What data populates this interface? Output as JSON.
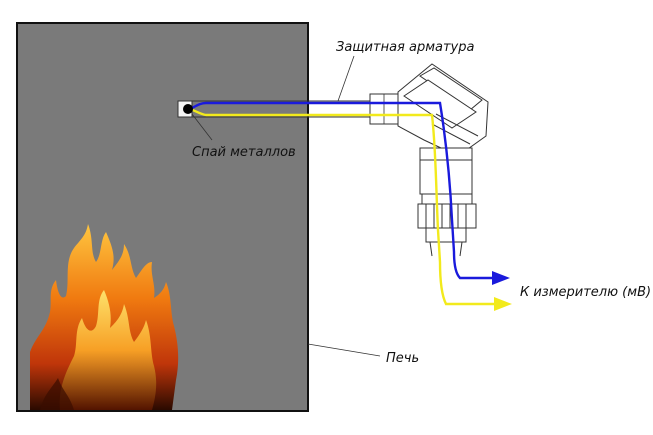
{
  "labels": {
    "armor": "Защитная арматура",
    "junction": "Спай металлов",
    "meter": "К измерителю (мВ)",
    "furnace": "Печь"
  },
  "colors": {
    "furnace_fill": "#7a7a7a",
    "blue_wire": "#1a1adc",
    "yellow_wire": "#f2ea1c",
    "outline": "#333333"
  }
}
